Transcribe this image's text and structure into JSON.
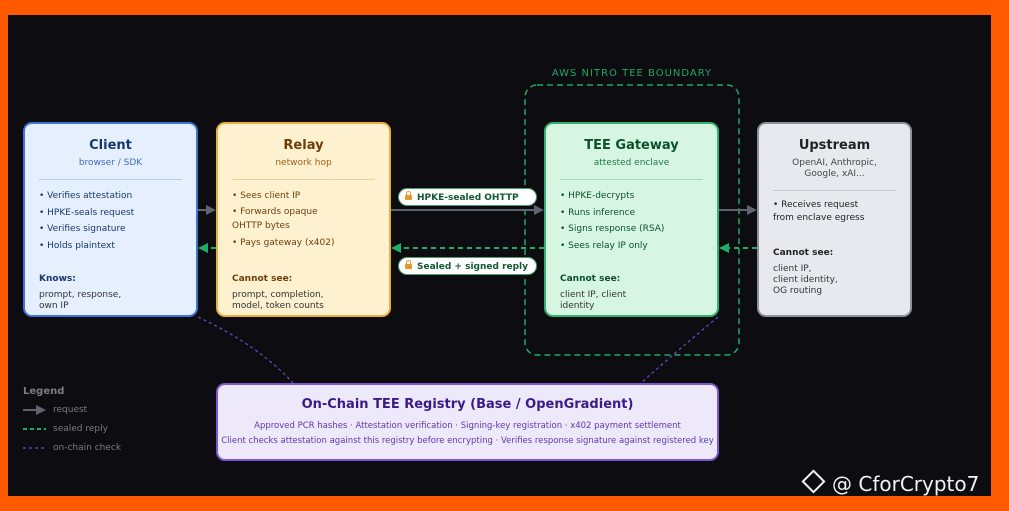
{
  "enclave_label": "AWS NITRO TEE BOUNDARY",
  "client": {
    "title": "Client",
    "subtitle": "browser / SDK",
    "bullets": [
      "• Verifies attestation",
      "• HPKE-seals request",
      "• Verifies signature",
      "• Holds plaintext"
    ],
    "section_label": "Knows:",
    "section_text": [
      "prompt, response,",
      "own IP"
    ]
  },
  "relay": {
    "title": "Relay",
    "subtitle": "network hop",
    "bullets": [
      "• Sees client IP",
      "• Forwards opaque",
      "OHTTP bytes",
      "• Pays gateway (x402)"
    ],
    "section_label": "Cannot see:",
    "section_text": [
      "prompt, completion,",
      "model, token counts"
    ]
  },
  "tee": {
    "title": "TEE Gateway",
    "subtitle": "attested enclave",
    "bullets": [
      "• HPKE-decrypts",
      "• Runs inference",
      "• Signs response (RSA)",
      "• Sees relay IP only"
    ],
    "section_label": "Cannot see:",
    "section_text": [
      "client IP, client",
      "identity"
    ]
  },
  "upstream": {
    "title": "Upstream",
    "subtitle": [
      "OpenAI, Anthropic,",
      "Google, xAI..."
    ],
    "bullets": [
      "• Receives request",
      "from enclave egress"
    ],
    "section_label": "Cannot see:",
    "section_text": [
      "client IP,",
      "client identity,",
      "OG routing"
    ]
  },
  "pills": {
    "request": "HPKE-sealed OHTTP",
    "reply": "Sealed + signed reply"
  },
  "registry": {
    "title": "On-Chain TEE Registry (Base / OpenGradient)",
    "line1": "Approved PCR hashes · Attestation verification · Signing-key registration · x402 payment settlement",
    "line2": "Client checks attestation against this registry before encrypting · Verifies response signature against registered key"
  },
  "legend": {
    "title": "Legend",
    "items": [
      "request",
      "sealed reply",
      "on-chain check"
    ]
  },
  "watermark": "@ CforCrypto7",
  "colors": {
    "background": "#0d0c10",
    "frame": "#ff5a00",
    "request_arrow": "#5f6470",
    "reply_arrow": "#1fae6a",
    "onchain_line": "#6b4fc4",
    "enclave_border": "#1ea868"
  },
  "icons": {
    "pill_icon": "lock-icon",
    "watermark_icon": "binance-logo-icon"
  }
}
